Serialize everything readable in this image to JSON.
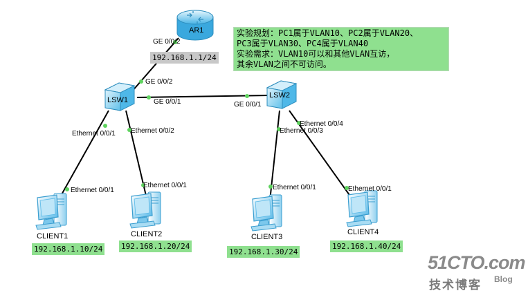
{
  "devices": {
    "router": "AR1",
    "switch1": "LSW1",
    "switch2": "LSW2",
    "client1": "CLIENT1",
    "client2": "CLIENT2",
    "client3": "CLIENT3",
    "client4": "CLIENT4"
  },
  "ports": {
    "ar1_ge002": "GE 0/0/2",
    "lsw1_ge002": "GE 0/0/2",
    "lsw1_ge001": "GE 0/0/1",
    "lsw2_ge001": "GE 0/0/1",
    "lsw1_eth001": "Ethernet 0/0/1",
    "lsw1_eth002": "Ethernet 0/0/2",
    "lsw2_eth004": "Ethernet 0/0/4",
    "lsw2_eth003": "Ethernet 0/0/3",
    "client1_eth": "Ethernet 0/0/1",
    "client2_eth": "Ethernet 0/0/1",
    "client3_eth": "Ethernet 0/0/1",
    "client4_eth": "Ethernet 0/0/1"
  },
  "ips": {
    "ar1": "192.168.1.1/24",
    "client1": "192.168.1.10/24",
    "client2": "192.168.1.20/24",
    "client3": "192.168.1.30/24",
    "client4": "192.168.1.40/24"
  },
  "note": {
    "line1": "实验规划：PC1属于VLAN10、PC2属于VLAN20、",
    "line2": "PC3属于VLAN30、PC4属于VLAN40",
    "line3": "实验需求：VLAN10可以和其他VLAN互访，",
    "line4": "其余VLAN之间不可访问。"
  },
  "watermark": {
    "site": "51CTO.com",
    "sub": "技术博客",
    "blog": "Blog"
  },
  "colors": {
    "highlight": "#8fe08f",
    "port_dot": "#5fd35f",
    "device_blue": "#4fb8e8"
  }
}
